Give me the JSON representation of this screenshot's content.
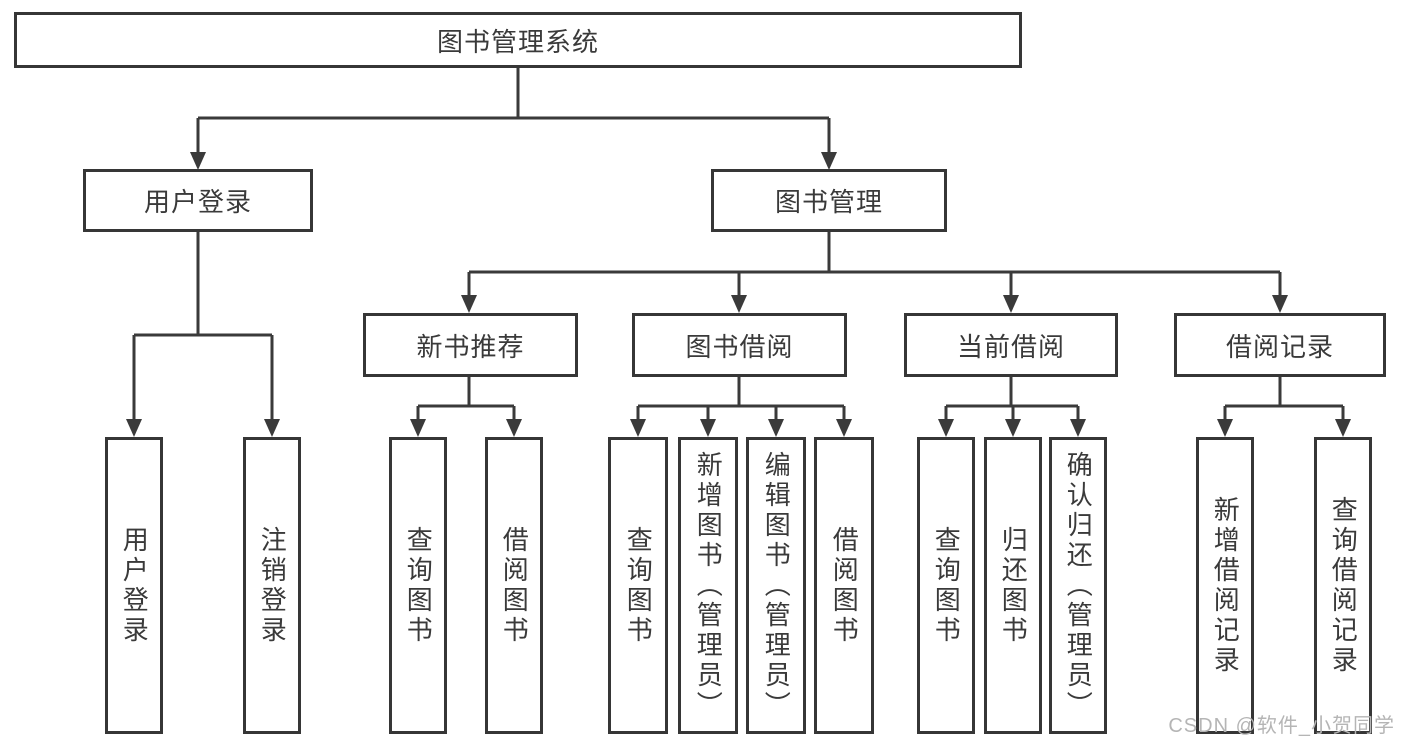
{
  "diagram": {
    "title": "图书管理系统",
    "branches": [
      {
        "label": "用户登录",
        "children": [
          {
            "label": "用户登录"
          },
          {
            "label": "注销登录"
          }
        ]
      },
      {
        "label": "图书管理",
        "children": [
          {
            "label": "新书推荐",
            "children": [
              {
                "label": "查询图书"
              },
              {
                "label": "借阅图书"
              }
            ]
          },
          {
            "label": "图书借阅",
            "children": [
              {
                "label": "查询图书"
              },
              {
                "label": "新增图书（管理员）"
              },
              {
                "label": "编辑图书（管理员）"
              },
              {
                "label": "借阅图书"
              }
            ]
          },
          {
            "label": "当前借阅",
            "children": [
              {
                "label": "查询图书"
              },
              {
                "label": "归还图书"
              },
              {
                "label": "确认归还（管理员）"
              }
            ]
          },
          {
            "label": "借阅记录",
            "children": [
              {
                "label": "新增借阅记录"
              },
              {
                "label": "查询借阅记录"
              }
            ]
          }
        ]
      }
    ]
  },
  "colors": {
    "line": "#3a3a3a",
    "border": "#363636",
    "text": "#3a3a3a",
    "watermark": "#b5b5b5"
  },
  "watermark": {
    "text": "CSDN @软件_小贺同学"
  }
}
